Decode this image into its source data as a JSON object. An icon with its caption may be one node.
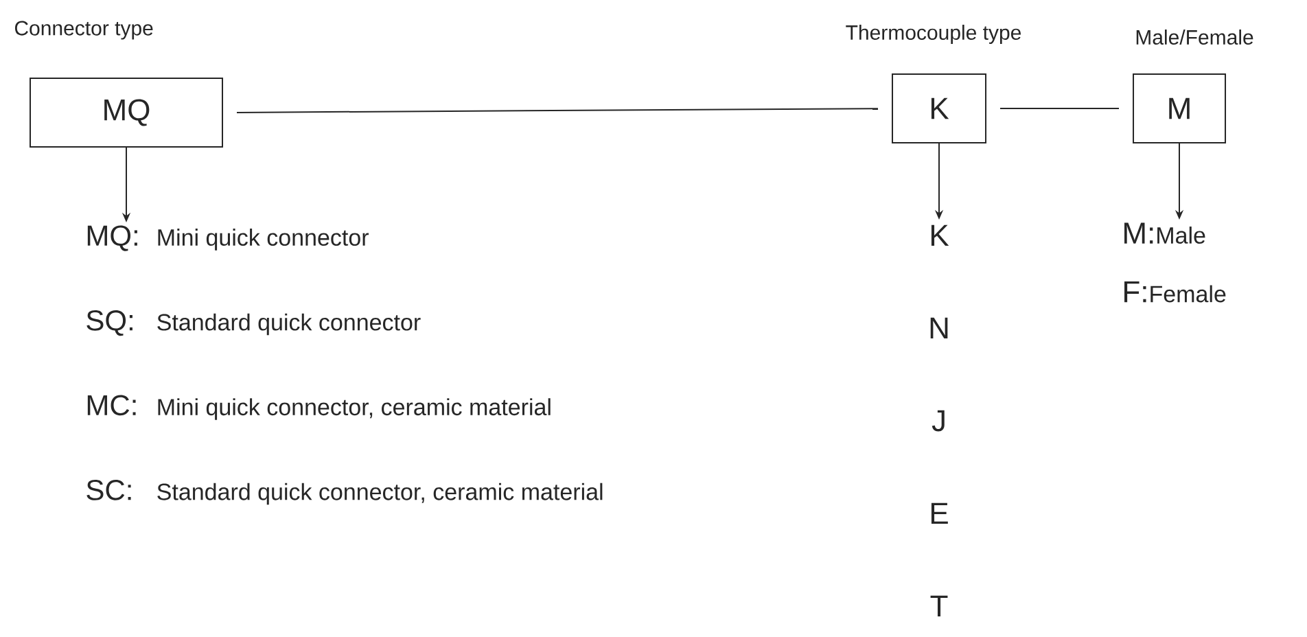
{
  "diagram": {
    "nodes": [
      {
        "text": [
          "MQ"
        ],
        "beside": [
          "Connector type"
        ]
      },
      {
        "text": [
          "K"
        ],
        "beside": [
          "Thermocouple type"
        ]
      },
      {
        "text": [
          "M"
        ],
        "beside": [
          "Male/Female"
        ]
      },
      {
        "text": [
          "MQ:",
          "Mini quick connector",
          "SQ:",
          "Standard quick connector",
          "MC:",
          "Mini quick connector, ceramic material",
          "SC:",
          "Standard quick connector, ceramic material"
        ]
      },
      {
        "text": [
          "K",
          "N",
          "J",
          "E",
          "T"
        ]
      },
      {
        "text": [
          "M:",
          "Male",
          "F:",
          "Female"
        ]
      }
    ],
    "edges": [
      {
        "from": 0,
        "to": 1,
        "arrow": "none"
      },
      {
        "from": 1,
        "to": 2,
        "arrow": "none"
      },
      {
        "from": 0,
        "to": 3,
        "arrow": "to"
      },
      {
        "from": 1,
        "to": 4,
        "arrow": "to"
      },
      {
        "from": 2,
        "to": 5,
        "arrow": "to"
      }
    ]
  }
}
